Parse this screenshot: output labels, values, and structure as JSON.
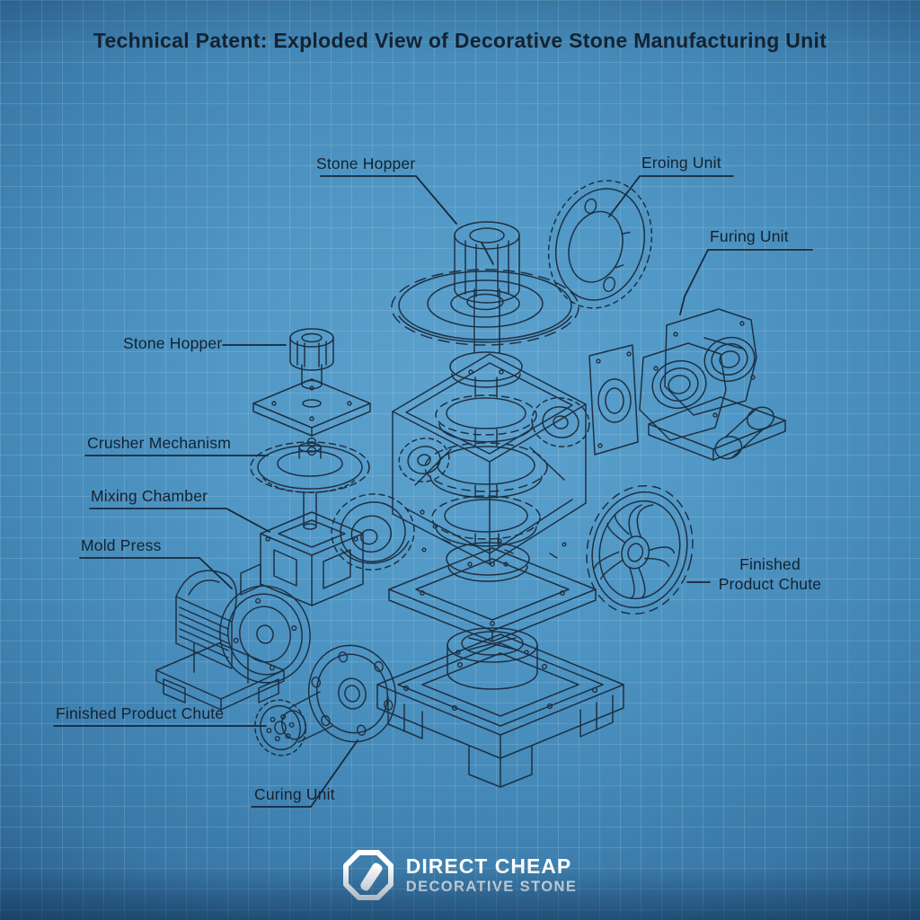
{
  "title": "Technical Patent: Exploded View of Decorative Stone Manufacturing Unit",
  "labels": {
    "stone_hopper_top": "Stone Hopper",
    "eroing_unit": "Eroing Unit",
    "furing_unit": "Furing Unit",
    "stone_hopper_left": "Stone Hopper",
    "crusher_mechanism": "Crusher Mechanism",
    "mixing_chamber": "Mixing Chamber",
    "mold_press": "Mold Press",
    "finished_product_chute_right": "Finished Product Chute",
    "finished_product_chute_left": "Finished Product Chute",
    "curing_unit": "Curing Unit"
  },
  "logo": {
    "name": "DIRECT CHEAP",
    "tagline": "DECORATIVE STONE"
  },
  "colors": {
    "background_blue": "#4488b7",
    "ink": "#1d3043",
    "grid_line": "#cde7f6",
    "logo_white": "#ffffff"
  }
}
